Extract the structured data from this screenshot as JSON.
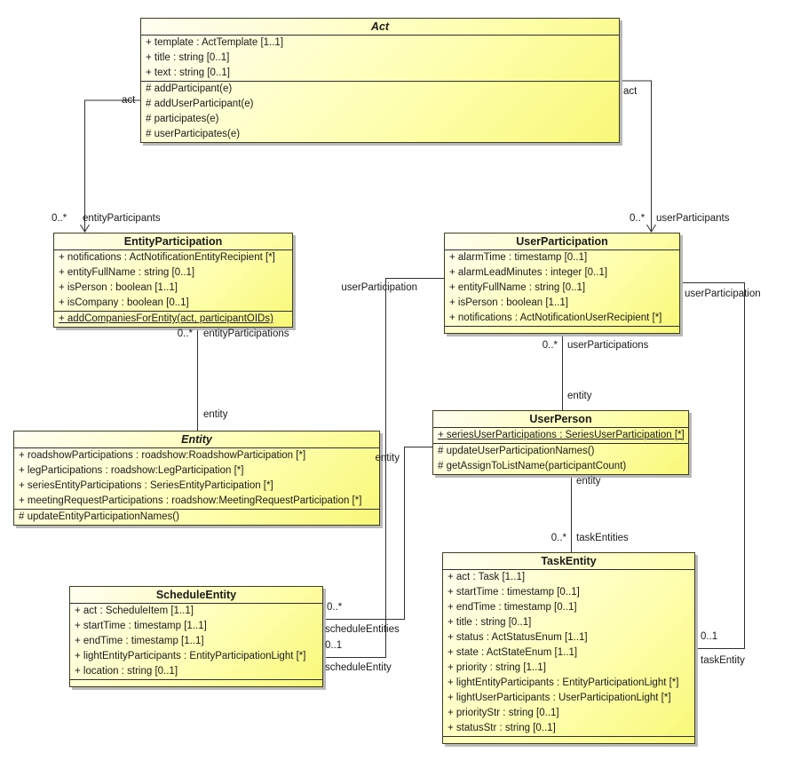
{
  "diagram": {
    "type": "uml-class-diagram",
    "node_fill_top": "#fffef2",
    "node_fill_bottom": "#f8f878",
    "edge_color": "#2f2f2f"
  },
  "classes": {
    "act": {
      "name": "Act",
      "abstract": true,
      "attributes": [
        "+ template : ActTemplate [1..1]",
        "+ title : string [0..1]",
        "+ text : string [0..1]"
      ],
      "operations": [
        "# addParticipant(e)",
        "# addUserParticipant(e)",
        "# participates(e)",
        "# userParticipates(e)"
      ]
    },
    "entity_participation": {
      "name": "EntityParticipation",
      "abstract": false,
      "attributes": [
        "+ notifications : ActNotificationEntityRecipient [*]",
        "+ entityFullName : string [0..1]",
        "+ isPerson : boolean [1..1]",
        "+ isCompany : boolean [0..1]"
      ],
      "operations": [
        "+ addCompaniesForEntity(act, participantOIDs)"
      ]
    },
    "user_participation": {
      "name": "UserParticipation",
      "abstract": false,
      "attributes": [
        "+ alarmTime : timestamp [0..1]",
        "+ alarmLeadMinutes : integer [0..1]",
        "+ entityFullName : string [0..1]",
        "+ isPerson : boolean [1..1]",
        "+ notifications : ActNotificationUserRecipient [*]"
      ],
      "operations": []
    },
    "entity": {
      "name": "Entity",
      "abstract": true,
      "attributes": [
        "+ roadshowParticipations : roadshow:RoadshowParticipation [*]",
        "+ legParticipations : roadshow:LegParticipation [*]",
        "+ seriesEntityParticipations : SeriesEntityParticipation [*]",
        "+ meetingRequestParticipations : roadshow:MeetingRequestParticipation [*]"
      ],
      "operations": [
        "# updateEntityParticipationNames()"
      ]
    },
    "user_person": {
      "name": "UserPerson",
      "abstract": false,
      "attributes": [
        "+ seriesUserParticipations : SeriesUserParticipation [*]"
      ],
      "operations": [
        "# updateUserParticipationNames()",
        "# getAssignToListName(participantCount)"
      ]
    },
    "schedule_entity": {
      "name": "ScheduleEntity",
      "abstract": false,
      "attributes": [
        "+ act : ScheduleItem [1..1]",
        "+ startTime : timestamp [1..1]",
        "+ endTime : timestamp [1..1]",
        "+ lightEntityParticipants : EntityParticipationLight [*]",
        "+ location : string [0..1]"
      ],
      "operations": []
    },
    "task_entity": {
      "name": "TaskEntity",
      "abstract": false,
      "attributes": [
        "+ act : Task [1..1]",
        "+ startTime : timestamp [0..1]",
        "+ endTime : timestamp [0..1]",
        "+ title : string [0..1]",
        "+ status : ActStatusEnum [1..1]",
        "+ state : ActStateEnum [1..1]",
        "+ priority : string [1..1]",
        "+ lightEntityParticipants : EntityParticipationLight [*]",
        "+ lightUserParticipants : UserParticipationLight [*]",
        "+ priorityStr : string [0..1]",
        "+ statusStr : string [0..1]"
      ],
      "operations": []
    }
  },
  "connections": [
    {
      "from": "Act",
      "to": "EntityParticipation",
      "labels": {
        "near_source": "act",
        "mult": "0..*",
        "role": "entityParticipants"
      }
    },
    {
      "from": "Act",
      "to": "UserParticipation",
      "labels": {
        "near_source": "act",
        "mult": "0..*",
        "role": "userParticipants"
      }
    },
    {
      "from": "EntityParticipation",
      "to": "Entity",
      "labels": {
        "mult": "0..*",
        "role": "entityParticipations",
        "near_target": "entity"
      }
    },
    {
      "from": "UserParticipation",
      "to": "UserPerson",
      "labels": {
        "mult": "0..*",
        "role": "userParticipations",
        "near_target": "entity"
      }
    },
    {
      "from": "UserPerson",
      "to": "TaskEntity",
      "labels": {
        "near_source": "entity",
        "mult": "0..*",
        "role": "taskEntities"
      }
    },
    {
      "from": "UserPerson",
      "to": "ScheduleEntity",
      "labels": {
        "near_source": "entity",
        "mult": "0..*",
        "role": "scheduleEntities"
      }
    },
    {
      "from": "UserParticipation",
      "to": "ScheduleEntity",
      "labels": {
        "near_source": "userParticipation",
        "mult": "0..1",
        "role": "scheduleEntity"
      }
    },
    {
      "from": "UserParticipation",
      "to": "TaskEntity",
      "labels": {
        "near_source": "userParticipation",
        "mult": "0..1",
        "role": "taskEntity"
      }
    }
  ]
}
